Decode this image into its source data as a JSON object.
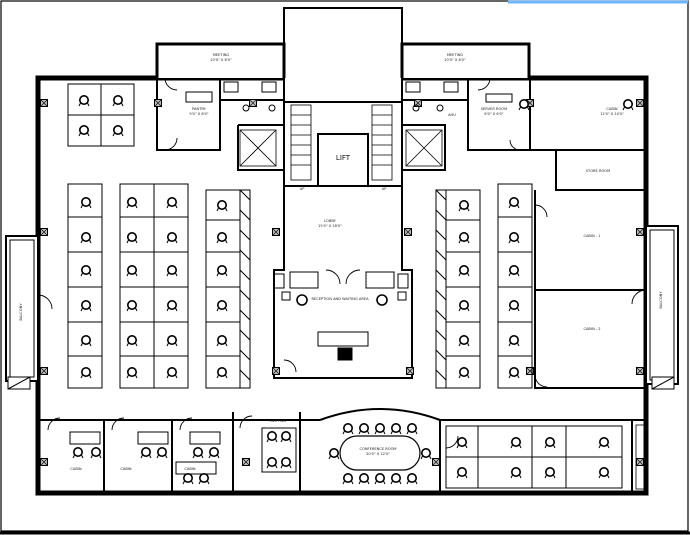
{
  "plan": {
    "labels": {
      "lift": "LIFT",
      "meeting_top_left": "MEETING",
      "meeting_top_left_dim": "10'0\" X 8'0\"",
      "meeting_top_right": "MEETING",
      "meeting_top_right_dim": "10'0\" X 8'0\"",
      "pantry": "PANTRY",
      "pantry_dim": "9'0\" X 8'0\"",
      "ahu": "AHU",
      "server_room": "SERVER ROOM",
      "server_room_dim": "8'0\" X 6'0\"",
      "cabin_right_top": "CABIN",
      "cabin_right_top_dim": "12'0\" X 10'0\"",
      "store_room": "STORE ROOM",
      "cabin_1": "CABIN - 1",
      "cabin_2": "CABIN - 2",
      "lobby": "LOBBY",
      "lobby_dim": "15'0\" X 18'0\"",
      "reception": "RECEPTION AND WAITING AREA",
      "balcony_left": "BALCONY",
      "balcony_right": "BALCONY",
      "cabin_bottom_1": "CABIN",
      "cabin_bottom_2": "CABIN",
      "cabin_bottom_3": "CABIN",
      "meeting_bottom": "MEETING",
      "conference": "CONFERENCE ROOM",
      "conference_dim": "20'0\" X 12'0\"",
      "up_left": "UP",
      "up_right": "UP"
    }
  }
}
